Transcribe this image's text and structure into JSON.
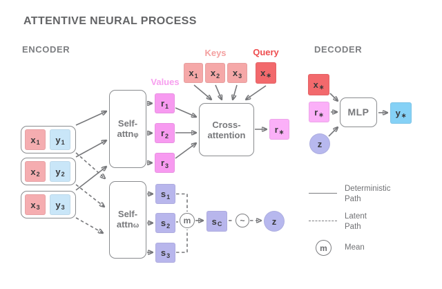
{
  "title": "ATTENTIVE NEURAL PROCESS",
  "encoder_label": "ENCODER",
  "decoder_label": "DECODER",
  "annotations": {
    "keys": "Keys",
    "query": "Query",
    "values": "Values"
  },
  "context_pairs": [
    {
      "x_base": "x",
      "x_sub": "1",
      "y_base": "y",
      "y_sub": "1"
    },
    {
      "x_base": "x",
      "x_sub": "2",
      "y_base": "y",
      "y_sub": "2"
    },
    {
      "x_base": "x",
      "x_sub": "3",
      "y_base": "y",
      "y_sub": "3"
    }
  ],
  "self_attn_phi": {
    "line1": "Self-",
    "line2": "attn",
    "sub": "φ"
  },
  "self_attn_omega": {
    "line1": "Self-",
    "line2": "attn",
    "sub": "ω"
  },
  "r_nodes": [
    {
      "base": "r",
      "sub": "1"
    },
    {
      "base": "r",
      "sub": "2"
    },
    {
      "base": "r",
      "sub": "3"
    }
  ],
  "s_nodes": [
    {
      "base": "s",
      "sub": "1"
    },
    {
      "base": "s",
      "sub": "2"
    },
    {
      "base": "s",
      "sub": "3"
    }
  ],
  "key_nodes": [
    {
      "base": "x",
      "sub": "1"
    },
    {
      "base": "x",
      "sub": "2"
    },
    {
      "base": "x",
      "sub": "3"
    }
  ],
  "query_node": {
    "base": "x",
    "sub": "∗"
  },
  "cross_attention": {
    "line1": "Cross-",
    "line2": "attention"
  },
  "r_star": {
    "base": "r",
    "sub": "∗"
  },
  "s_c": {
    "base": "s",
    "sub": "C"
  },
  "ops": {
    "mean": "m",
    "sample": "~"
  },
  "z_node": "z",
  "decoder": {
    "x_star": {
      "base": "x",
      "sub": "∗"
    },
    "r_star": {
      "base": "r",
      "sub": "∗"
    },
    "z": "z",
    "mlp": "MLP",
    "y_star": {
      "base": "y",
      "sub": "∗"
    }
  },
  "legend": {
    "deterministic": {
      "line1": "Deterministic",
      "line2": "Path"
    },
    "latent": {
      "line1": "Latent",
      "line2": "Path"
    },
    "mean": {
      "symbol": "m",
      "label": "Mean"
    }
  },
  "colors": {
    "context_x_fill": "#f5adb0",
    "context_y_fill": "#c9e6f8",
    "keys_fill": "#f5a8a8",
    "query_fill": "#f2696c",
    "values_fill": "#f79af0",
    "r_star_fill": "#fbb0f8",
    "s_fill": "#b8b6ec",
    "z_fill": "#b7b8ee",
    "y_star_fill": "#85d1f6",
    "outline_gray": "#898b8e",
    "arrow_gray": "#76777a",
    "keys_label_color": "#f4a0a0",
    "query_label_color": "#ee4d4f",
    "values_label_color": "#f79fef",
    "title_color": "#636466"
  }
}
